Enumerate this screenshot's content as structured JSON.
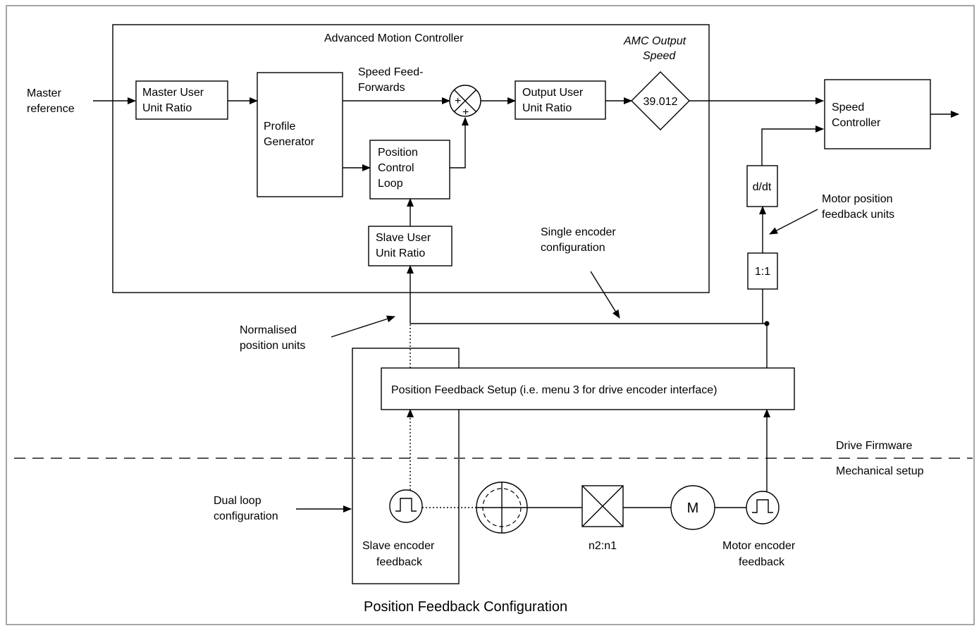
{
  "title": "Position Feedback Configuration",
  "amc": {
    "title": "Advanced  Motion Controller",
    "output_speed_label": [
      "AMC Output",
      "Speed"
    ],
    "output_speed_param": "39.012"
  },
  "inputs": {
    "master_reference": [
      "Master",
      "reference"
    ]
  },
  "blocks": {
    "master_ratio": [
      "Master User",
      "Unit Ratio"
    ],
    "profile_generator": [
      "Profile",
      "Generator"
    ],
    "position_loop": [
      "Position",
      "Control",
      "Loop"
    ],
    "slave_ratio": [
      "Slave User",
      "Unit  Ratio"
    ],
    "output_ratio": [
      "Output User",
      "Unit Ratio"
    ],
    "speed_controller": [
      "Speed",
      "Controller"
    ],
    "ddt": "d/dt",
    "one_to_one": "1:1",
    "feedback_setup": "Position Feedback Setup (i.e. menu 3 for drive encoder interface)"
  },
  "labels": {
    "speed_ff": [
      "Speed Feed-",
      "Forwards"
    ],
    "motor_pos_units": [
      "Motor position",
      "feedback units"
    ],
    "single_encoder": [
      "Single encoder",
      "configuration"
    ],
    "normalised_units": [
      "Normalised",
      "position units"
    ],
    "drive_firmware": "Drive Firmware",
    "mechanical_setup": "Mechanical setup",
    "dual_loop": [
      "Dual loop",
      "configuration"
    ],
    "slave_encoder": [
      "Slave encoder",
      "feedback"
    ],
    "gear_ratio": "n2:n1",
    "motor_symbol": "M",
    "motor_encoder": [
      "Motor encoder",
      "feedback"
    ],
    "sum_plus": "+"
  }
}
